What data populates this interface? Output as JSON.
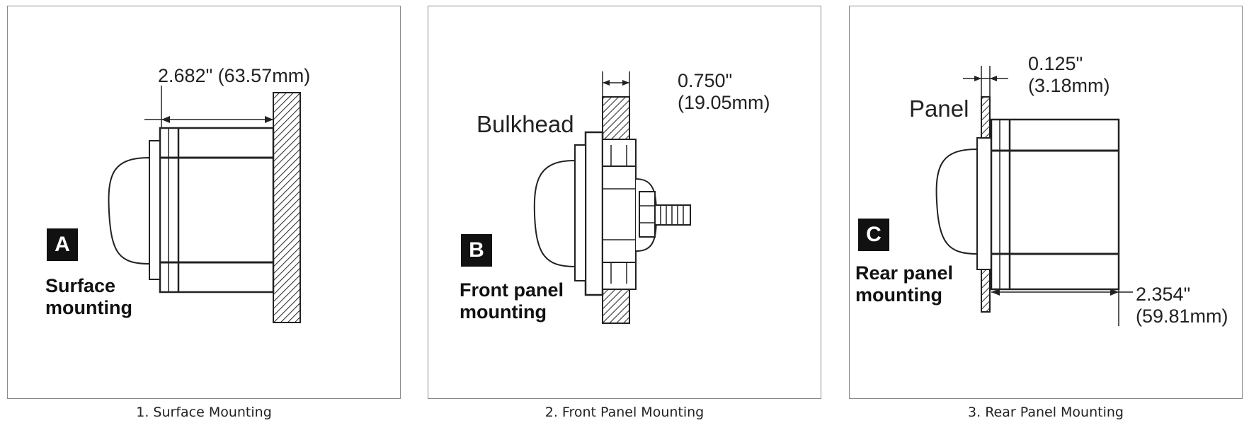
{
  "panels": [
    {
      "badge": "A",
      "label_line1": "Surface",
      "label_line2": "mounting",
      "dimension": "2.682\" (63.57mm)",
      "caption": "1. Surface Mounting"
    },
    {
      "badge": "B",
      "label_line1": "Front panel",
      "label_line2": "mounting",
      "tag": "Bulkhead",
      "dimension_line1": "0.750\"",
      "dimension_line2": "(19.05mm)",
      "caption": "2. Front Panel Mounting"
    },
    {
      "badge": "C",
      "label_line1": "Rear panel",
      "label_line2": "mounting",
      "tag": "Panel",
      "dimension_top_line1": "0.125\"",
      "dimension_top_line2": "(3.18mm)",
      "dimension_bottom_line1": "2.354\"",
      "dimension_bottom_line2": "(59.81mm)",
      "caption": "3. Rear Panel Mounting"
    }
  ]
}
